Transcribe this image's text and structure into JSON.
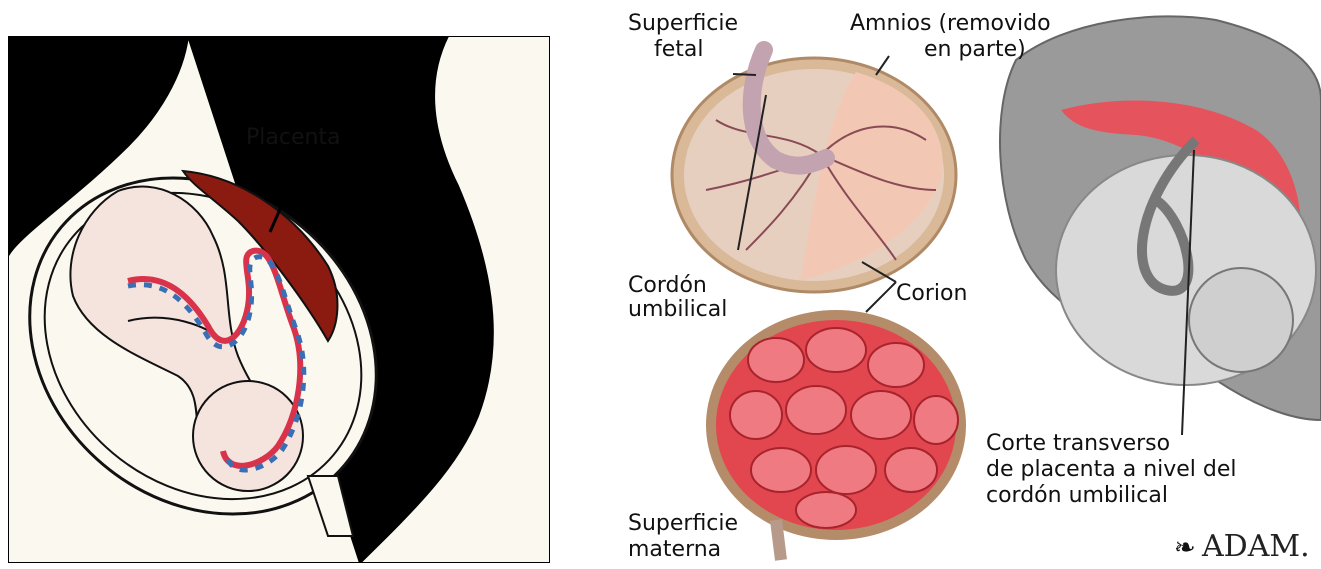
{
  "left_diagram": {
    "placenta_label": "Placenta"
  },
  "right_diagram": {
    "labels": {
      "fetal_surface_line1": "Superficie",
      "fetal_surface_line2": "fetal",
      "amnion_line1": "Amnios (removido",
      "amnion_line2": "en parte)",
      "cord_line1": "Cordón",
      "cord_line2": "umbilical",
      "chorion": "Corion",
      "cross_section_line1": "Corte transverso",
      "cross_section_line2": "de placenta a nivel del",
      "cross_section_line3": "cordón umbilical",
      "maternal_surface_line1": "Superficie",
      "maternal_surface_line2": "materna"
    },
    "logo": "ADAM."
  },
  "colors": {
    "body_black": "#000000",
    "skin_cream": "#fbf9ef",
    "fetus_skin": "#f5e4de",
    "placenta_red": "#8b1a10",
    "artery_red": "#d8334a",
    "vein_blue": "#3b6fb5",
    "maternal_lobes": "#e2474f"
  }
}
